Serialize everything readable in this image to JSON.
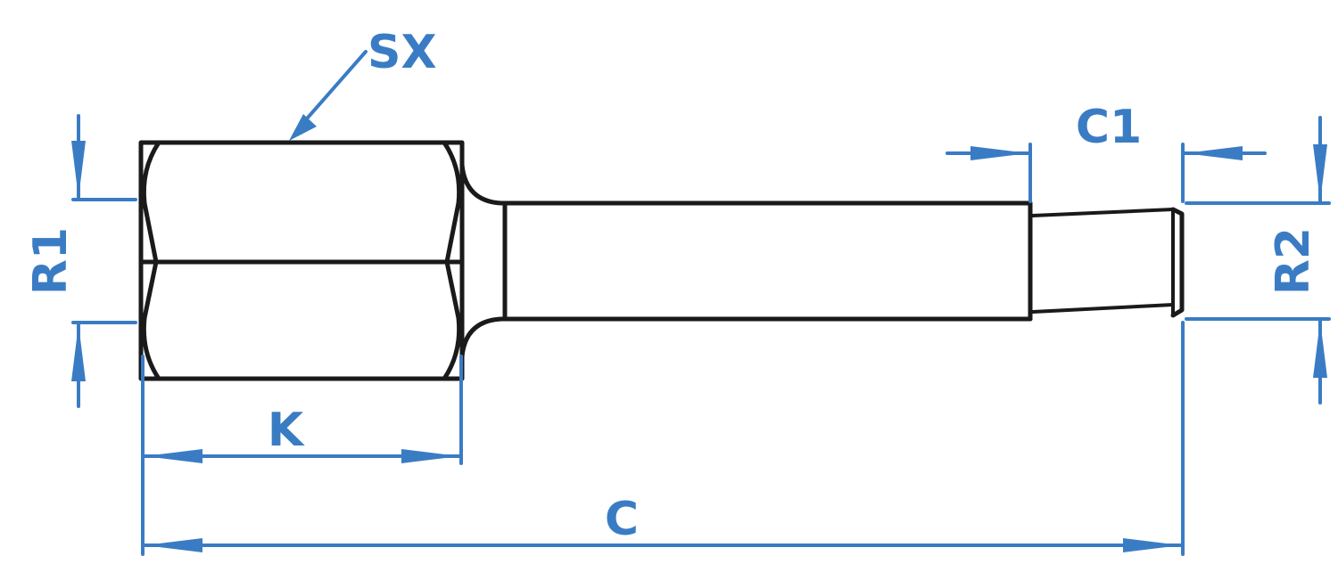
{
  "labels": {
    "sx": "SX",
    "c1": "C1",
    "r1": "R1",
    "r2": "R2",
    "k": "K",
    "c": "C"
  },
  "colors": {
    "dimension": "#3a7cc4",
    "outline": "#1a1a1a"
  }
}
